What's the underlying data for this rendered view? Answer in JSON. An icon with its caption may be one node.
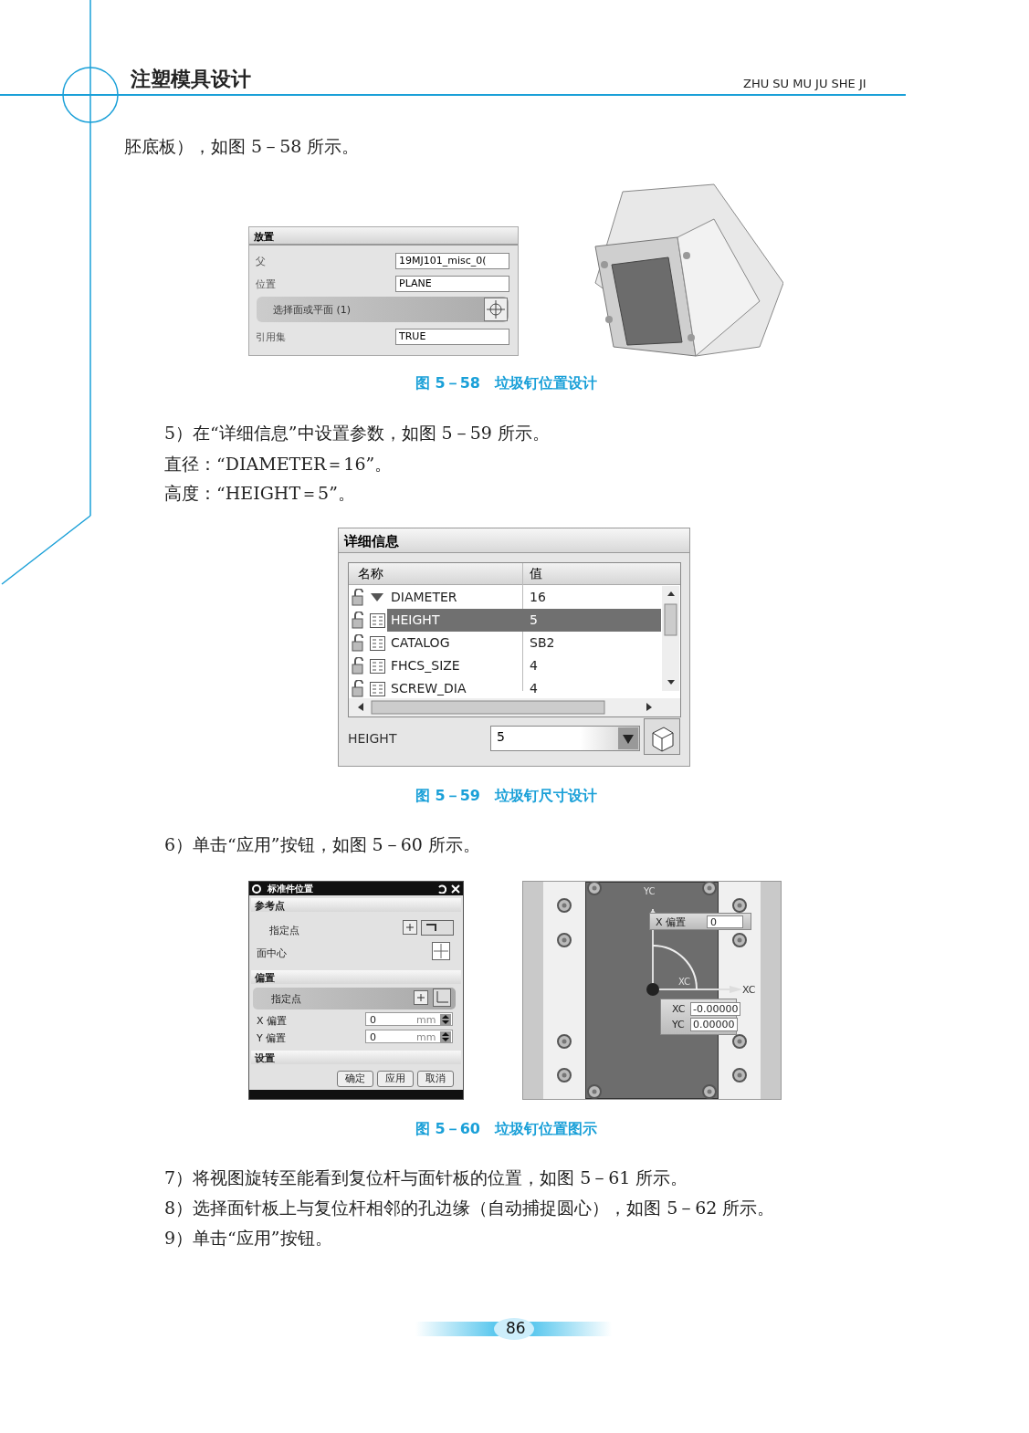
{
  "diagram": {
    "labels": [
      "注塑模具设计",
      "ZHU SU MU JU SHE JI",
      "胚底板），如图 5－58 所示。",
      "放置",
      "父",
      "19MJ101_misc_0(",
      "位置",
      "PLANE",
      "选择面或平面 (1)",
      "引用集",
      "TRUE",
      "图 5－58　垃圾钉位置设计",
      "5）在“详细信息”中设置参数，如图 5－59 所示。",
      "直径：“DIAMETER＝16”。",
      "高度：“HEIGHT＝5”。",
      "详细信息",
      "名称",
      "值",
      "DIAMETER",
      "16",
      "HEIGHT",
      "5",
      "CATALOG",
      "SB2",
      "FHCS_SIZE",
      "4",
      "SCREW_DIA",
      "4",
      "HEIGHT",
      "5",
      "图 5－59　垃圾钉尺寸设计",
      "6）单击“应用”按钮，如图 5－60 所示。",
      "标准件位置",
      "参考点",
      "指定点",
      "面中心",
      "偏置",
      "指定点",
      "X 偏置",
      "0",
      "mm",
      "Y 偏置",
      "0",
      "mm",
      "设置",
      "确定",
      "应用",
      "取消",
      "YC",
      "X 偏置",
      "0",
      "XC",
      "XC",
      "XC",
      "-0.00000",
      "YC",
      "0.00000",
      "图 5－60　垃圾钉位置图示",
      "7）将视图旋转至能看到复位杆与面针板的位置，如图 5－61 所示。",
      "8）选择面针板上与复位杆相邻的孔边缘（自动捕捉圆心），如图 5－62 所示。",
      "9）单击“应用”按钮。",
      "86"
    ]
  }
}
